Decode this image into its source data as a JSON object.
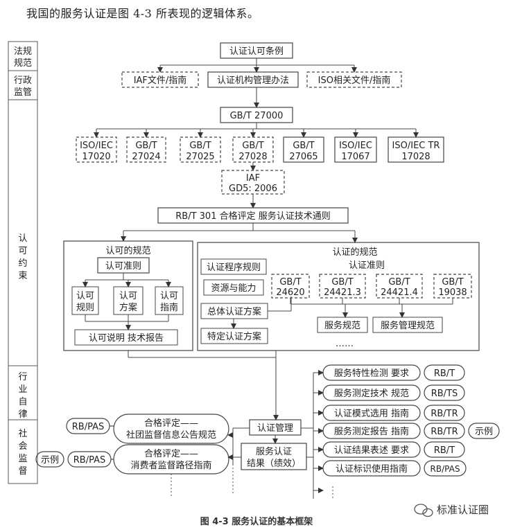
{
  "intro_text": "我国的服务认证是图 4-3 所表现的逻辑体系。",
  "categories": [
    "法规规范",
    "行政监管",
    "认可约束",
    "行业自律",
    "社会监督"
  ],
  "top": {
    "regulation": "认证认可条例",
    "iaf_docs": "IAF文件/指南",
    "cert_body_rules": "认证机构管理办法",
    "iso_docs": "ISO相关文件/指南",
    "gbt27000": "GB/T  27000"
  },
  "standards_row": [
    {
      "line1": "ISO/IEC",
      "line2": "17020"
    },
    {
      "line1": "GB/T",
      "line2": "27024"
    },
    {
      "line1": "GB/T",
      "line2": "27025"
    },
    {
      "line1": "GB/T",
      "line2": "27028"
    },
    {
      "line1": "GB/T",
      "line2": "27065"
    },
    {
      "line1": "ISO/IEC",
      "line2": "17067"
    },
    {
      "line1": "ISO/IEC TR",
      "line2": "17028"
    }
  ],
  "iaf_gd5": {
    "line1": "IAF",
    "line2": "GD5: 2006"
  },
  "rbt301": "RB/T 301  合格评定  服务认证技术通则",
  "accreditation": {
    "title": "认可的规范",
    "criteria": "认可准则",
    "items": [
      {
        "line1": "认可",
        "line2": "规则"
      },
      {
        "line1": "认可",
        "line2": "方案"
      },
      {
        "line1": "认可",
        "line2": "指南"
      }
    ],
    "bottom": "认可说明  技术报告"
  },
  "certification": {
    "title": "认证的规范",
    "criteria_label": "认证准则",
    "left_items": [
      "认证程序规则",
      "资源与能力",
      "总体认证方案",
      "特定认证方案"
    ],
    "criteria": [
      {
        "line1": "GB/T",
        "line2": "24620"
      },
      {
        "line1": "GB/T",
        "line2": "24421.3"
      },
      {
        "line1": "GB/T",
        "line2": "24421.4"
      },
      {
        "line1": "GB/T",
        "line2": "19038"
      }
    ],
    "service_spec": "服务规范",
    "service_mgmt_spec": "服务管理规范",
    "ellipsis": "……"
  },
  "cert_management": "认证管理",
  "cert_result": {
    "line1": "服务认证",
    "line2": "结果（绩效）"
  },
  "left_pills": [
    {
      "tag": "RB/PAS",
      "line1": "合格评定——",
      "line2": "社团监督信息公告规范"
    },
    {
      "tag": "RB/PAS",
      "line1": "合格评定——",
      "line2": "消费者监督路径指南",
      "example": "示例"
    }
  ],
  "right_items": [
    {
      "text": "服务特性检测  要求",
      "tag": "RB/T"
    },
    {
      "text": "服务测定技术  规范",
      "tag": "RB/TS"
    },
    {
      "text": "认证模式选用  指南",
      "tag": "RB/TR"
    },
    {
      "text": "服务测定报告  指南",
      "tag": "RB/TR",
      "example": "示例"
    },
    {
      "text": "认证结果表述  要求",
      "tag": "RB/T"
    },
    {
      "text": "认证标识使用指南",
      "tag": "RB/PAS"
    }
  ],
  "caption": "图 4-3    服务认证的基本框架",
  "watermark": "标准认证圈"
}
